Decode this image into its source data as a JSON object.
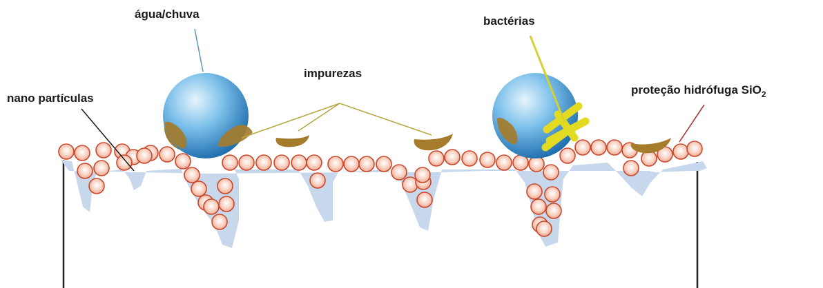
{
  "labels": {
    "water": "água/chuva",
    "bacteria": "bactérias",
    "impurities": "impurezas",
    "nanoparticles": "nano partículas",
    "protection": "proteção hidrófuga SiO",
    "protection_subscript": "2"
  },
  "colors": {
    "water_layer": "#c7d8ec",
    "particle_fill": "#f6c3b0",
    "particle_stroke": "#c8472c",
    "droplet": "#3b8fd0",
    "dirt": "#a47c2c",
    "bacteria": "#e3db22",
    "water_leader": "#5a9aaa",
    "impurity_leader": "#b5a640",
    "bacteria_leader": "#d8d030",
    "protection_leader": "#a02a2a",
    "nano_leader": "#1a1a1a"
  }
}
